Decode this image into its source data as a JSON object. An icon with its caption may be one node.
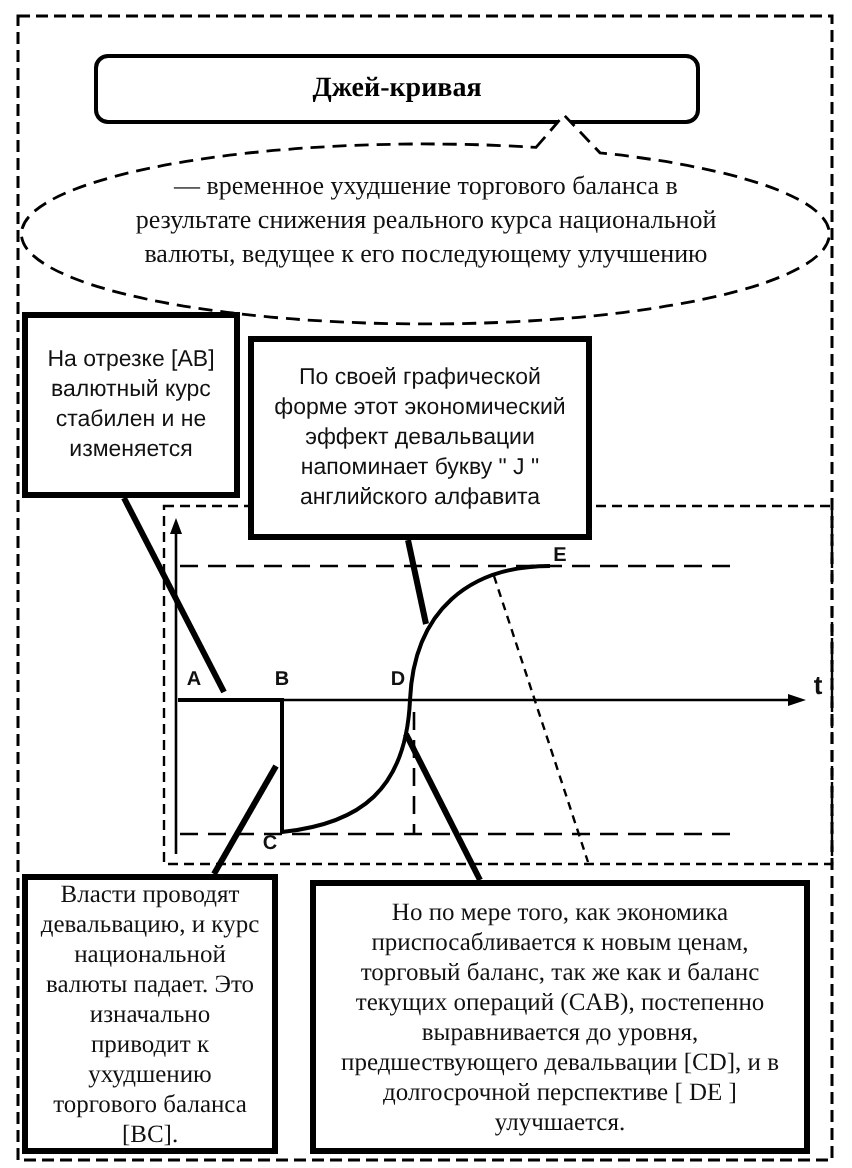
{
  "diagram": {
    "nodes": [
      {
        "text": [
          "Джей-кривая"
        ]
      },
      {
        "text": [
          "— временное ухудшение торгового баланса в результате снижения реального курса национальной валюты, ведущее к его последующему улучшению"
        ]
      },
      {
        "text": [
          "На отрезке [AB] валютный курс стабилен и не изменяется"
        ]
      },
      {
        "text": [
          "По своей графической форме этот экономический эффект девальвации напоминает букву \" J \" английского алфавита"
        ]
      },
      {
        "text": [
          "Власти проводят девальвацию, и курс национальной валюты падает. Это изначально приводит к ухудшению торгового баланса [BC]."
        ]
      },
      {
        "text": [
          "Но по мере того, как экономика приспосабливается к новым ценам, торговый баланс, так же как и баланс текущих операций (CAB), постепенно выравнивается до уровня, предшествующего девальвации [CD], и в долгосрочной перспективе [ DE ] улучшается."
        ]
      }
    ],
    "edges": [
      {
        "from": 2,
        "to": null,
        "arrow": "none"
      },
      {
        "from": 3,
        "to": null,
        "arrow": "none"
      },
      {
        "from": 4,
        "to": null,
        "arrow": "none"
      },
      {
        "from": 5,
        "to": null,
        "arrow": "none"
      }
    ],
    "labels": [
      "E",
      "A",
      "B",
      "D",
      "t",
      "C"
    ]
  }
}
